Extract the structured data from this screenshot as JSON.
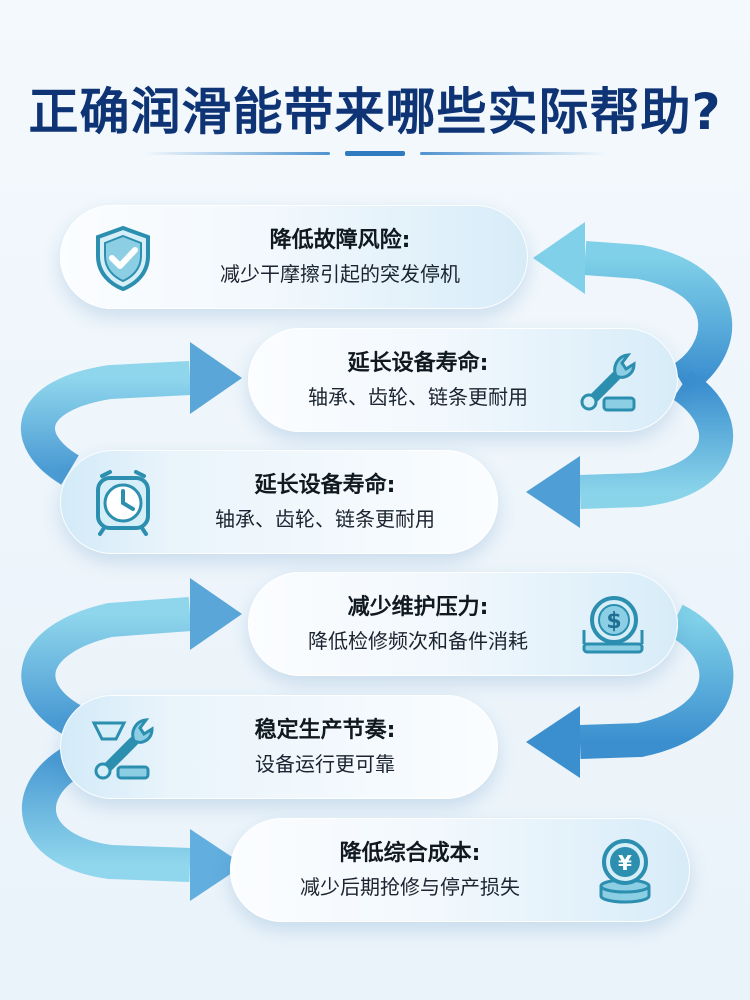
{
  "title": "正确润滑能带来哪些实际帮助?",
  "colors": {
    "title": "#0e3475",
    "icon": "#2c8fb0",
    "arrow_light": "#8dd3ea",
    "arrow_dark": "#2f86c8"
  },
  "items": [
    {
      "heading": "降低故障风险:",
      "desc": "减少干摩擦引起的突发停机",
      "icon": "shield-check"
    },
    {
      "heading": "延长设备寿命:",
      "desc": "轴承、齿轮、链条更耐用",
      "icon": "wrench"
    },
    {
      "heading": "延长设备寿命:",
      "desc": "轴承、齿轮、链条更耐用",
      "icon": "alarm-clock"
    },
    {
      "heading": "减少维护压力:",
      "desc": "降低检修频次和备件消耗",
      "icon": "dollar-coin"
    },
    {
      "heading": "稳定生产节奏:",
      "desc": "设备运行更可靠",
      "icon": "wrench-funnel"
    },
    {
      "heading": "降低综合成本:",
      "desc": "减少后期抢修与停产损失",
      "icon": "yen-coins"
    }
  ]
}
